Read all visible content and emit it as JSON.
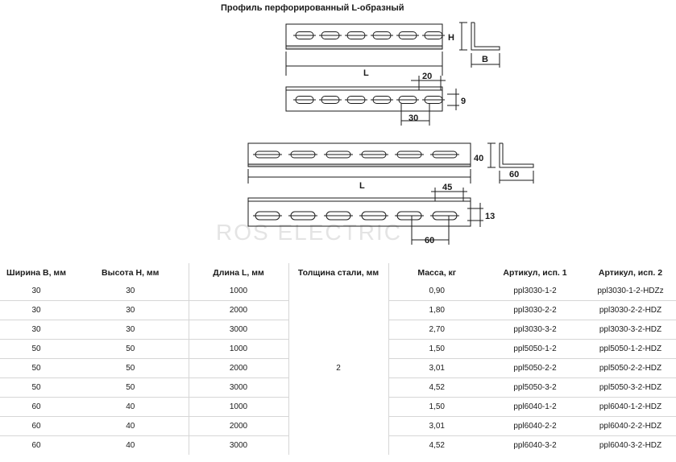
{
  "title": "Профиль перфорированный L-образный",
  "dimensions": {
    "top": {
      "h": "H",
      "b": "B",
      "l": "L",
      "slot_len": "20",
      "slot_h": "9",
      "pitch": "30"
    },
    "bottom": {
      "h": "40",
      "b": "60",
      "l": "L",
      "slot_len": "45",
      "slot_h": "13",
      "pitch": "60"
    }
  },
  "watermark": "ROS ELECTRIC",
  "table": {
    "headers": [
      "Ширина B, мм",
      "Высота H, мм",
      "Длина L, мм",
      "Толщина стали, мм",
      "Масса, кг",
      "Артикул, исп. 1",
      "Артикул, исп. 2"
    ],
    "thickness": "2",
    "rows": [
      [
        "30",
        "30",
        "1000",
        "0,90",
        "ppl3030-1-2",
        "ppl3030-1-2-HDZz"
      ],
      [
        "30",
        "30",
        "2000",
        "1,80",
        "ppl3030-2-2",
        "ppl3030-2-2-HDZ"
      ],
      [
        "30",
        "30",
        "3000",
        "2,70",
        "ppl3030-3-2",
        "ppl3030-3-2-HDZ"
      ],
      [
        "50",
        "50",
        "1000",
        "1,50",
        "ppl5050-1-2",
        "ppl5050-1-2-HDZ"
      ],
      [
        "50",
        "50",
        "2000",
        "3,01",
        "ppl5050-2-2",
        "ppl5050-2-2-HDZ"
      ],
      [
        "50",
        "50",
        "3000",
        "4,52",
        "ppl5050-3-2",
        "ppl5050-3-2-HDZ"
      ],
      [
        "60",
        "40",
        "1000",
        "1,50",
        "ppl6040-1-2",
        "ppl6040-1-2-HDZ"
      ],
      [
        "60",
        "40",
        "2000",
        "3,01",
        "ppl6040-2-2",
        "ppl6040-2-2-HDZ"
      ],
      [
        "60",
        "40",
        "3000",
        "4,52",
        "ppl6040-3-2",
        "ppl6040-3-2-HDZ"
      ]
    ]
  }
}
